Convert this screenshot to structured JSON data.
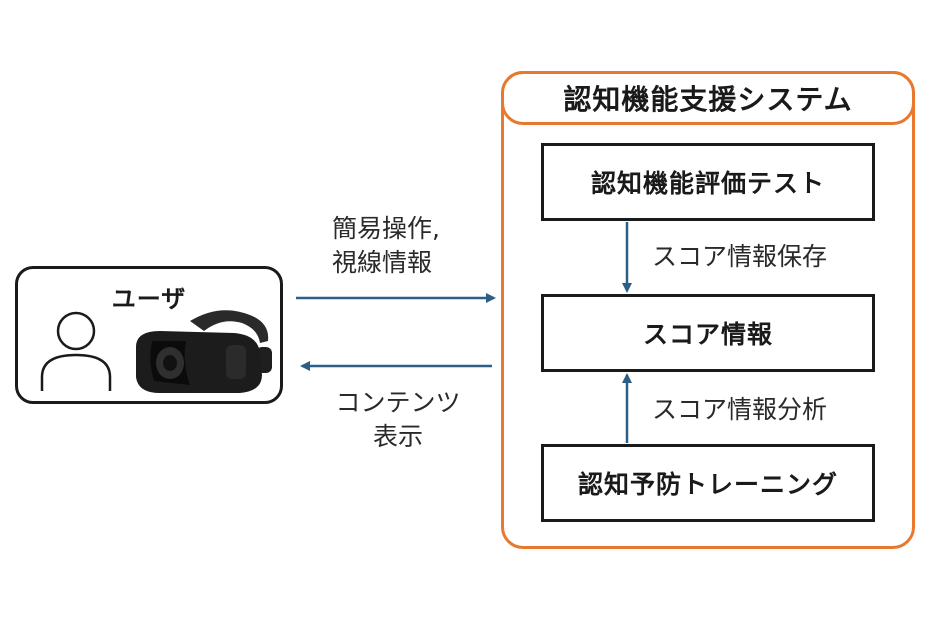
{
  "user": {
    "title": "ユーザ",
    "person_icon": "person-outline-icon",
    "headset_icon": "vr-headset-icon"
  },
  "system": {
    "title": "認知機能支援システム",
    "nodes": {
      "eval_test": "認知機能評価テスト",
      "score_info": "スコア情報",
      "training": "認知予防トレーニング"
    },
    "edge_labels": {
      "save": "スコア情報保存",
      "analyze": "スコア情報分析"
    }
  },
  "flows": {
    "to_system": [
      "簡易操作,",
      "視線情報"
    ],
    "to_user": [
      "コンテンツ",
      "表示"
    ]
  },
  "colors": {
    "arrow": "#2b5f86",
    "system_border": "#e8782e",
    "box_border": "#1a1a1a"
  }
}
